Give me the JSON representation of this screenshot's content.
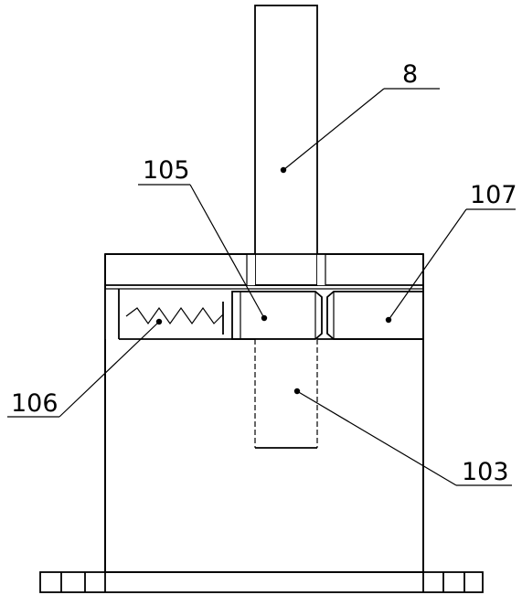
{
  "labels": {
    "rod": "8",
    "wedge_block": "105",
    "side_block": "107",
    "spring": "106",
    "socket": "103"
  }
}
